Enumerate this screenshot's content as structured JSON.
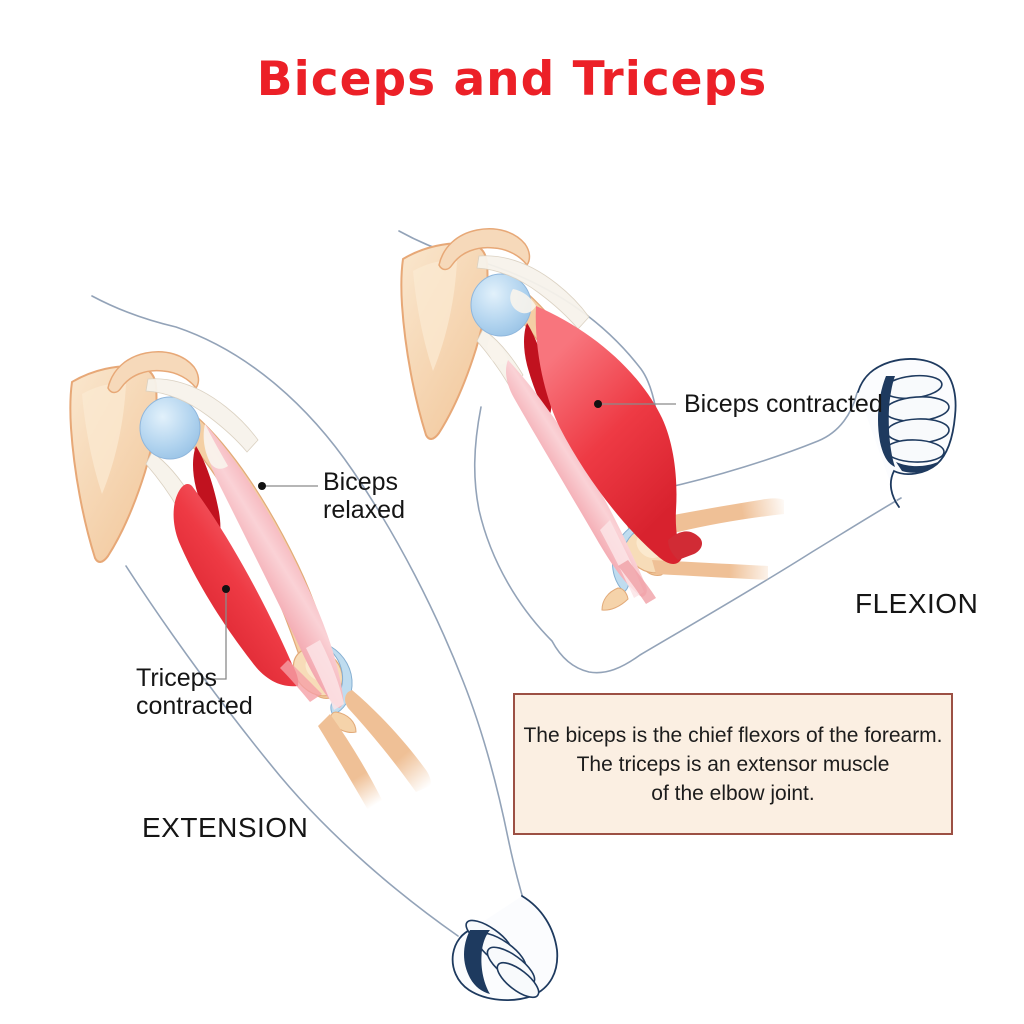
{
  "title": "Biceps and Triceps",
  "figures": {
    "extension": {
      "pose_label": "EXTENSION",
      "annotations": {
        "biceps": "Biceps\nrelaxed",
        "triceps": "Triceps\ncontracted"
      }
    },
    "flexion": {
      "pose_label": "FLEXION",
      "annotations": {
        "biceps": "Biceps contracted"
      }
    }
  },
  "caption": "The biceps is the chief flexors of the forearm.\nThe triceps is an extensor muscle\nof the elbow joint.",
  "colors": {
    "title_red": "#ec2027",
    "muscle_contracted": "#ee3a44",
    "muscle_relaxed": "#f4a9b1",
    "muscle_deep": "#c1121f",
    "bone": "#f5d3aa",
    "cartilage": "#bfdcef",
    "arm_outline": "#93a3b8",
    "fist_line": "#1e3a5f",
    "caption_bg": "#fbefe2",
    "caption_border": "#9c5044"
  }
}
